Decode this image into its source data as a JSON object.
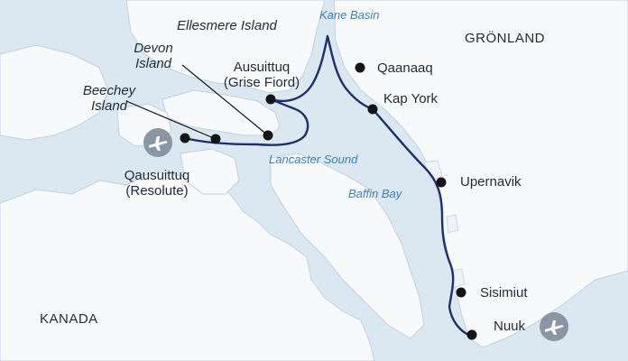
{
  "map": {
    "colors": {
      "sea": "#dbe7f1",
      "land": "#f7f9fb",
      "land_edge": "#c3d2e0",
      "route": "#1f2f6e",
      "sea_label": "#3f7fb8",
      "label": "#1f2b38",
      "airport_icon": "#8a96a3"
    },
    "regions": {
      "canada": "KANADA",
      "greenland": "GRÖNLAND",
      "ellesmere": "Ellesmere Island"
    },
    "waters": {
      "kane_basin": "Kane Basin",
      "lancaster_sound": "Lancaster Sound",
      "baffin_bay": "Baffin Bay"
    },
    "places": {
      "devon": {
        "line1": "Devon",
        "line2": "Island"
      },
      "beechey": {
        "line1": "Beechey",
        "line2": "Island"
      },
      "grise_fiord": {
        "line1": "Ausuittuq",
        "line2": "(Grise Fiord)"
      },
      "resolute": {
        "line1": "Qausuittuq",
        "line2": "(Resolute)"
      },
      "qaanaaq": "Qaanaaq",
      "kap_york": "Kap York",
      "upernavik": "Upernavik",
      "sisimiut": "Sisimiut",
      "nuuk": "Nuuk"
    },
    "icons": {
      "start_airport": "airplane-icon",
      "end_airport": "airplane-icon"
    }
  }
}
